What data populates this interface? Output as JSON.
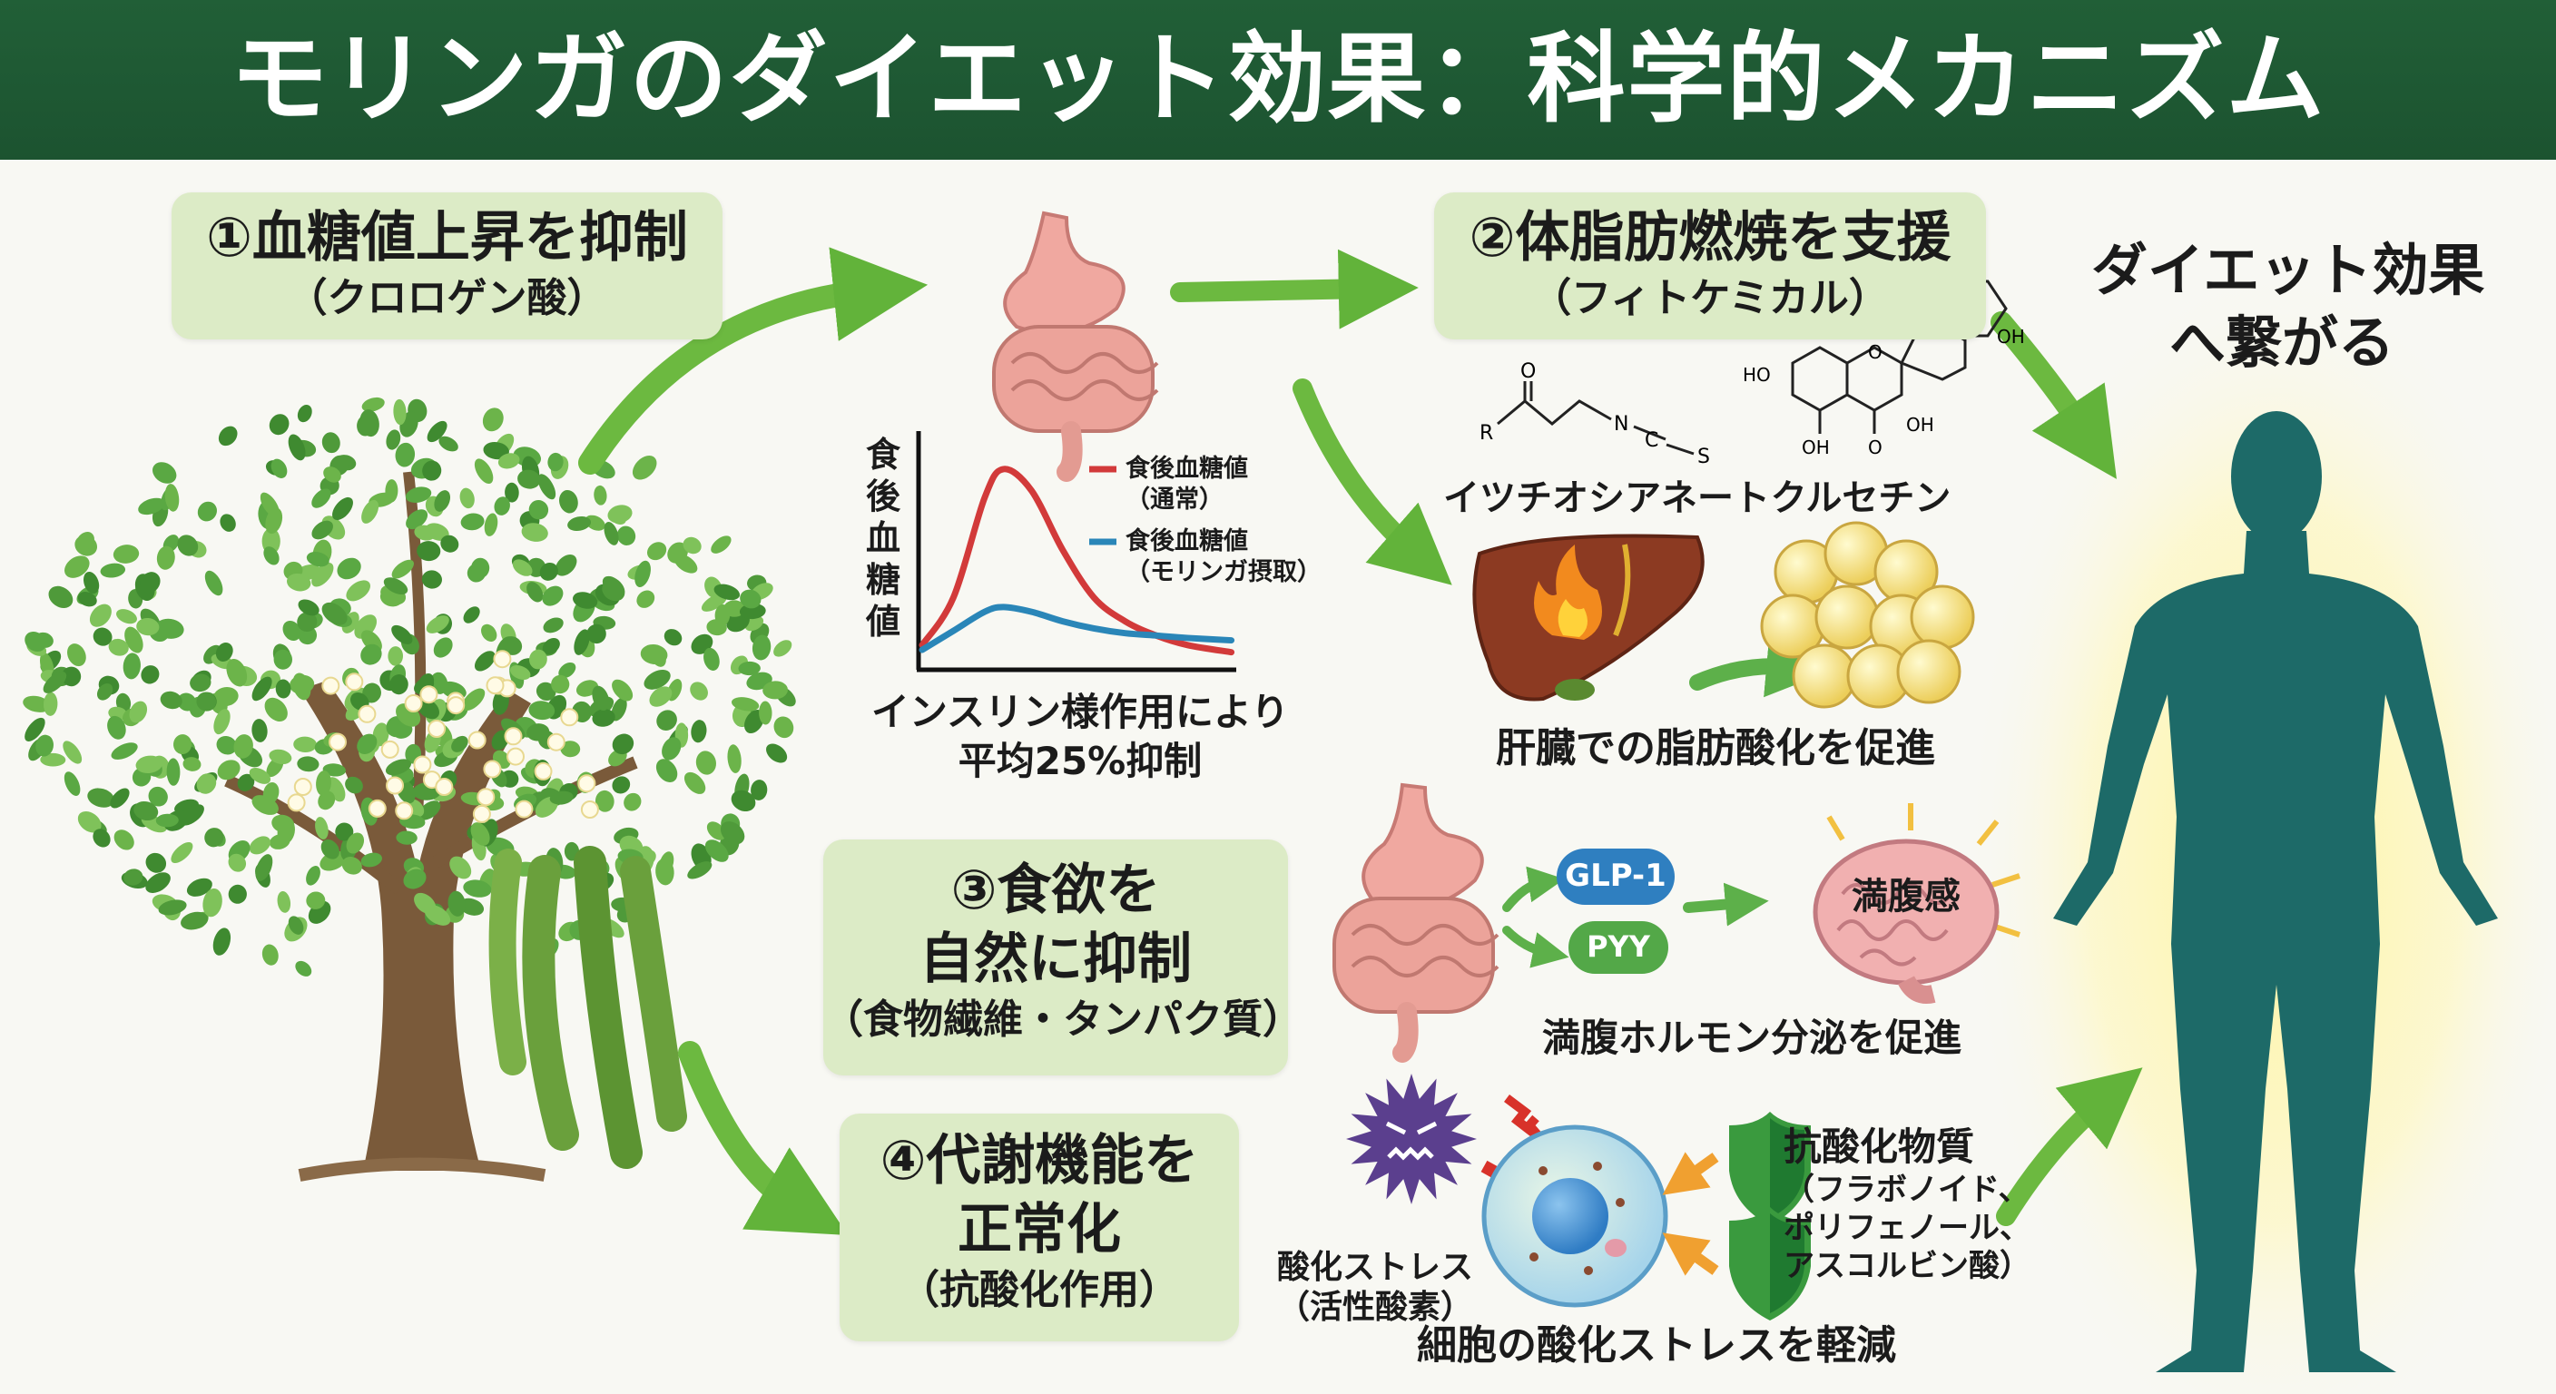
{
  "title": "モリンガのダイエット効果：科学的メカニズム",
  "box1": {
    "title": "①血糖値上昇を抑制",
    "sub": "（クロロゲン酸）"
  },
  "box2": {
    "title": "②体脂肪燃焼を支援",
    "sub": "（フィトケミカル）"
  },
  "box3": {
    "line1": "③食欲を",
    "line2": "自然に抑制",
    "sub": "（食物繊維・タンパク質）"
  },
  "box4": {
    "line1": "④代謝機能を",
    "line2": "正常化",
    "sub": "（抗酸化作用）"
  },
  "result": {
    "line1": "ダイエット効果",
    "line2": "へ繋がる"
  },
  "chart_caption": {
    "line1": "インスリン様作用により",
    "line2": "平均25%抑制"
  },
  "chart_data": {
    "type": "line",
    "title": "",
    "xlabel": "",
    "ylabel": "食後血糖値",
    "legend": "top-right",
    "grid": false,
    "x": [
      0,
      1,
      2,
      2.6,
      3.5,
      4.5,
      5.5,
      6.5,
      7.5,
      8.5,
      9.9
    ],
    "series": [
      {
        "name": "食後血糖値（通常）",
        "line1": "食後血糖値",
        "line2": "（通常）",
        "color": "#d23a3a",
        "values": [
          10,
          30,
          72,
          84,
          75,
          50,
          30,
          20,
          14,
          10,
          7
        ]
      },
      {
        "name": "食後血糖値（モリンガ摂取）",
        "line1": "食後血糖値",
        "line2": "（モリンガ摂取）",
        "color": "#2a86b8",
        "values": [
          8,
          16,
          24,
          26,
          24,
          20,
          17,
          15,
          14,
          13,
          12
        ]
      }
    ]
  },
  "molecules": {
    "isothiocyanate": {
      "name": "イツチオシアネート",
      "atoms": {
        "o": "O",
        "r": "R",
        "n": "N",
        "c": "C",
        "s": "S"
      }
    },
    "quercetin": {
      "name": "クルセチン",
      "atoms": {
        "ho1": "HO",
        "oh1": "OH",
        "o": "O",
        "oh2": "OH",
        "oh3": "OH",
        "o2": "O"
      }
    }
  },
  "liver_caption": "肝臓での脂肪酸化を促進",
  "hormones": {
    "glp1": "GLP-1",
    "pyy": "PYY",
    "brain_label": "満腹感",
    "caption": "満腹ホルモン分泌を促進"
  },
  "oxidation": {
    "stress_label": "酸化ストレス",
    "stress_sub": "（活性酸素）",
    "antioxidant_title": "抗酸化物質",
    "antioxidant_line1": "（フラボノイド、",
    "antioxidant_line2": "ポリフェノール、",
    "antioxidant_line3": "アスコルビン酸）",
    "caption": "細胞の酸化ストレスを軽減"
  },
  "colors": {
    "header": "#1e5a35",
    "box": "#dcebc6",
    "arrow": "#6cb940",
    "figure": "#1d6a68",
    "glow": "#fff39a"
  }
}
